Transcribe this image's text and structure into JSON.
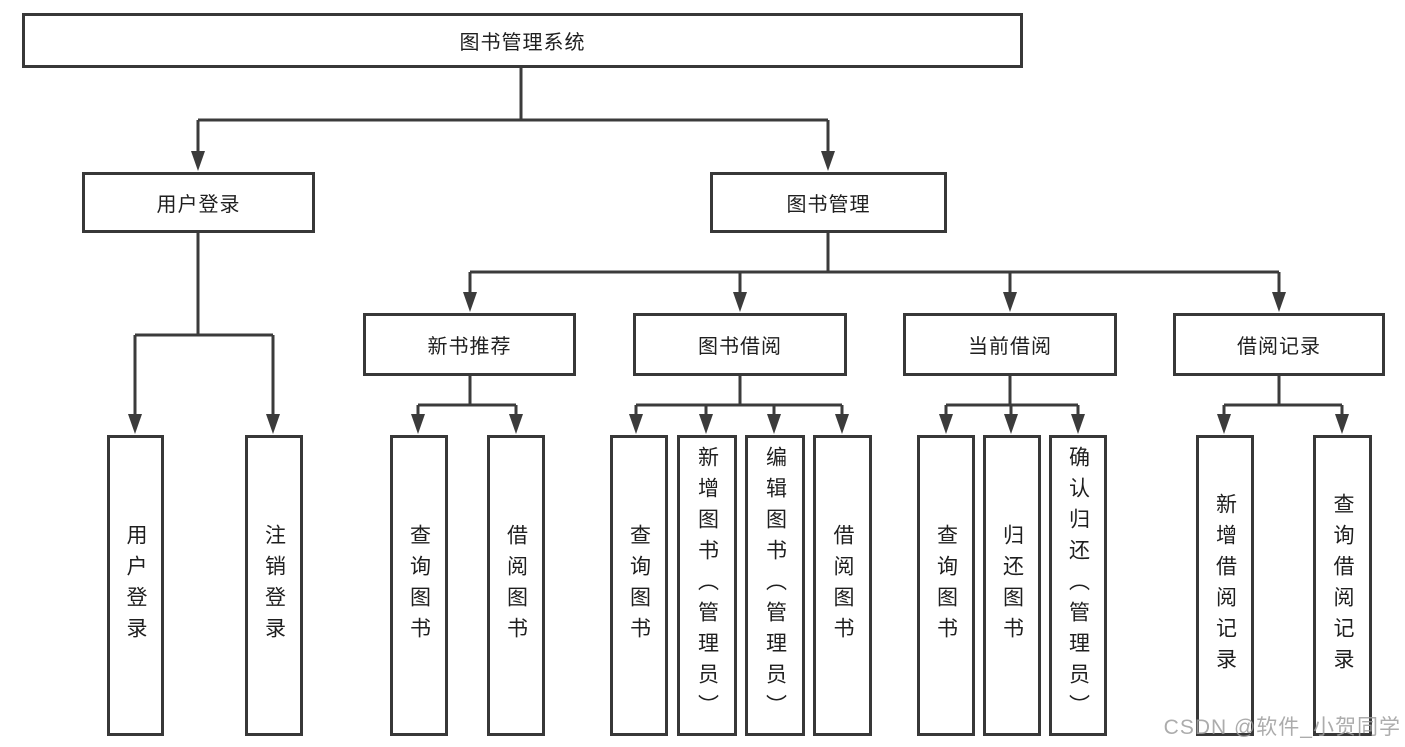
{
  "diagram": {
    "root": {
      "label": "图书管理系统"
    },
    "level2": [
      {
        "label": "用户登录"
      },
      {
        "label": "图书管理"
      }
    ],
    "level3": [
      {
        "label": "新书推荐"
      },
      {
        "label": "图书借阅"
      },
      {
        "label": "当前借阅"
      },
      {
        "label": "借阅记录"
      }
    ],
    "leaves": {
      "user_login": [
        "用户登录",
        "注销登录"
      ],
      "new_book": [
        "查询图书",
        "借阅图书"
      ],
      "book_borrow": [
        "查询图书",
        "新增图书（管理员）",
        "编辑图书（管理员）",
        "借阅图书"
      ],
      "current_borrow": [
        "查询图书",
        "归还图书",
        "确认归还（管理员）"
      ],
      "borrow_record": [
        "新增借阅记录",
        "查询借阅记录"
      ]
    }
  },
  "watermark": {
    "text": "CSDN @软件_小贺同学"
  },
  "colors": {
    "line": "#3b3b3b",
    "border": "#383838",
    "text": "#1f1f1f",
    "watermark": "#9e9e9e",
    "background": "#ffffff"
  }
}
